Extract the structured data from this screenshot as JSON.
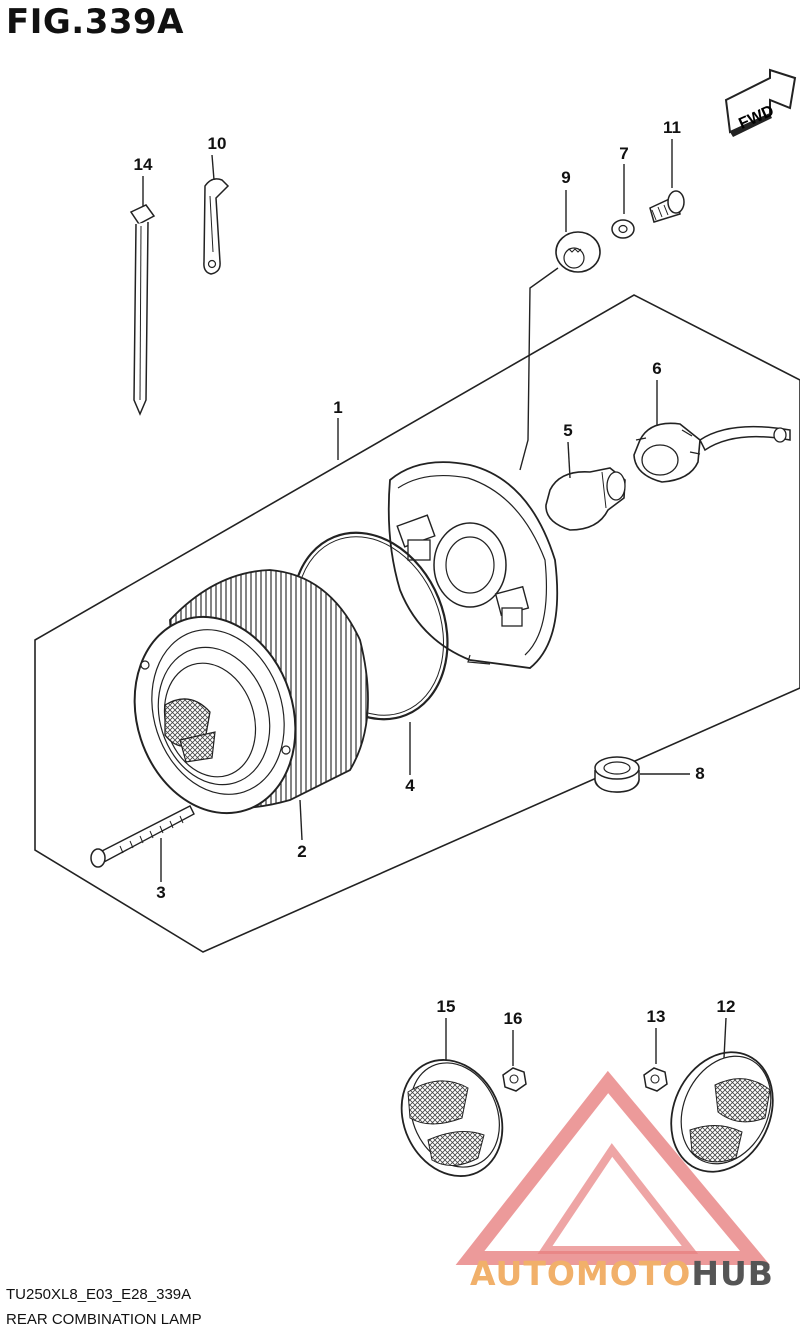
{
  "figure": {
    "title": "FIG.339A",
    "code": "TU250XL8_E03_E28_339A",
    "name": "REAR COMBINATION LAMP",
    "fwd_label": "FWD"
  },
  "callouts": [
    {
      "id": "1",
      "label": "1"
    },
    {
      "id": "2",
      "label": "2"
    },
    {
      "id": "3",
      "label": "3"
    },
    {
      "id": "4",
      "label": "4"
    },
    {
      "id": "5",
      "label": "5"
    },
    {
      "id": "6",
      "label": "6"
    },
    {
      "id": "7",
      "label": "7"
    },
    {
      "id": "8",
      "label": "8"
    },
    {
      "id": "9",
      "label": "9"
    },
    {
      "id": "10",
      "label": "10"
    },
    {
      "id": "11",
      "label": "11"
    },
    {
      "id": "12",
      "label": "12"
    },
    {
      "id": "13",
      "label": "13"
    },
    {
      "id": "14",
      "label": "14"
    },
    {
      "id": "15",
      "label": "15"
    },
    {
      "id": "16",
      "label": "16"
    }
  ],
  "watermark": {
    "text_part1": "AUTOMOTO",
    "text_part2": "HUB",
    "colors": {
      "accent": "#f1b06a",
      "dark": "#555555",
      "logo": "#e46a6a"
    }
  }
}
